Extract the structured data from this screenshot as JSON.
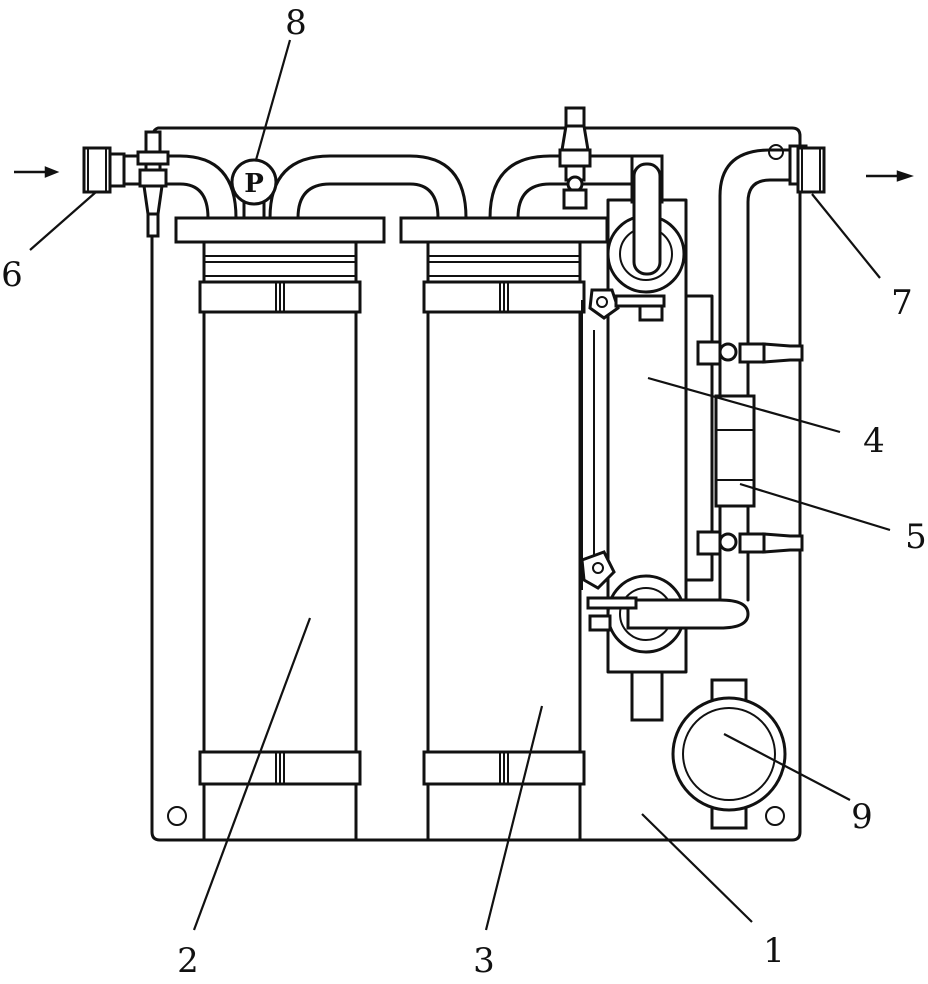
{
  "figure": {
    "labels": [
      {
        "id": "1",
        "text": "1"
      },
      {
        "id": "2",
        "text": "2"
      },
      {
        "id": "3",
        "text": "3"
      },
      {
        "id": "4",
        "text": "4"
      },
      {
        "id": "5",
        "text": "5"
      },
      {
        "id": "6",
        "text": "6"
      },
      {
        "id": "7",
        "text": "7"
      },
      {
        "id": "8",
        "text": "8"
      },
      {
        "id": "9",
        "text": "9"
      }
    ],
    "gauge_symbol": "P",
    "icons": [
      "inlet-arrow-icon",
      "outlet-arrow-icon",
      "pressure-gauge-icon"
    ],
    "line_color": "#111111",
    "background_color": "#ffffff"
  }
}
